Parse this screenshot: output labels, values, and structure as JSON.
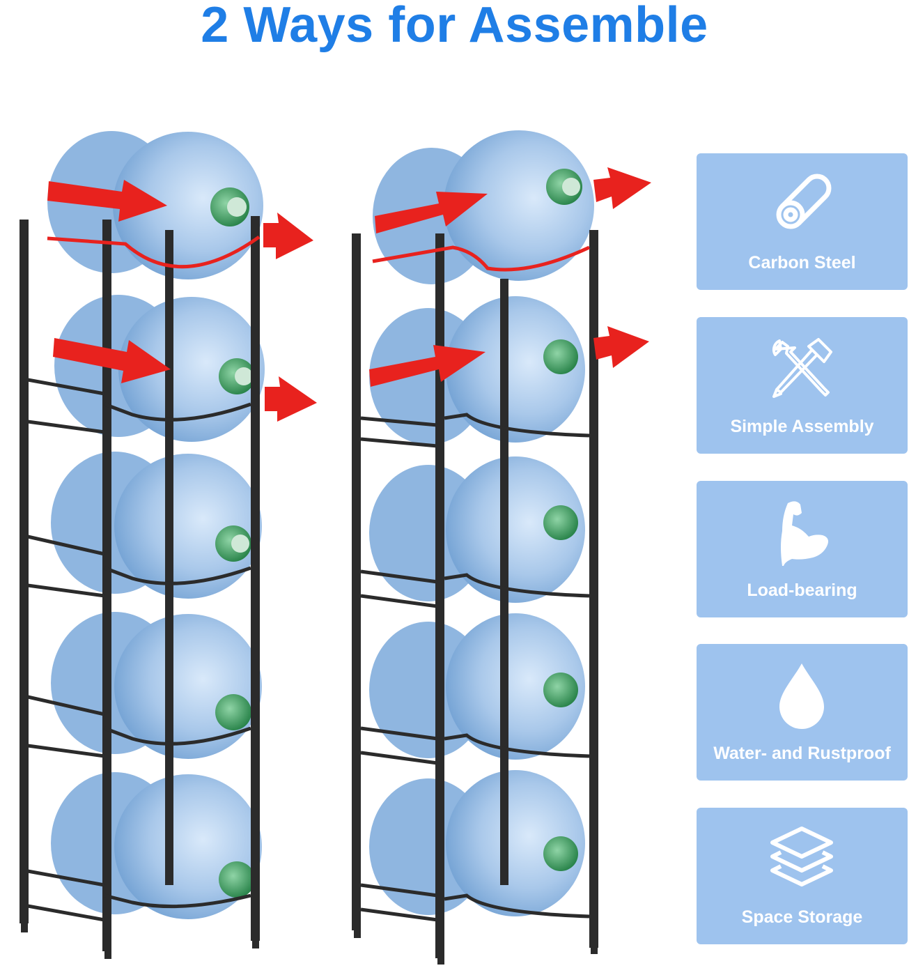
{
  "headline": "2 Ways for Assemble",
  "colors": {
    "headline": "#1f7ee6",
    "card_background": "#9ec3ee",
    "card_text": "#ffffff",
    "arrow": "#e8221e",
    "rack_frame": "#2b2b2b",
    "bottle": "#a9c8ea"
  },
  "features": [
    {
      "icon": "pipe-icon",
      "label": "Carbon Steel"
    },
    {
      "icon": "wrench-hammer-icon",
      "label": "Simple Assembly"
    },
    {
      "icon": "flexed-arm-icon",
      "label": "Load-bearing"
    },
    {
      "icon": "water-drop-icon",
      "label": "Water- and Rustproof"
    },
    {
      "icon": "stacked-layers-icon",
      "label": "Space Storage"
    }
  ],
  "product_images": [
    {
      "name": "rack-assembly-option-1",
      "tiers": 5,
      "arrows": 4
    },
    {
      "name": "rack-assembly-option-2",
      "tiers": 5,
      "arrows": 4
    }
  ]
}
